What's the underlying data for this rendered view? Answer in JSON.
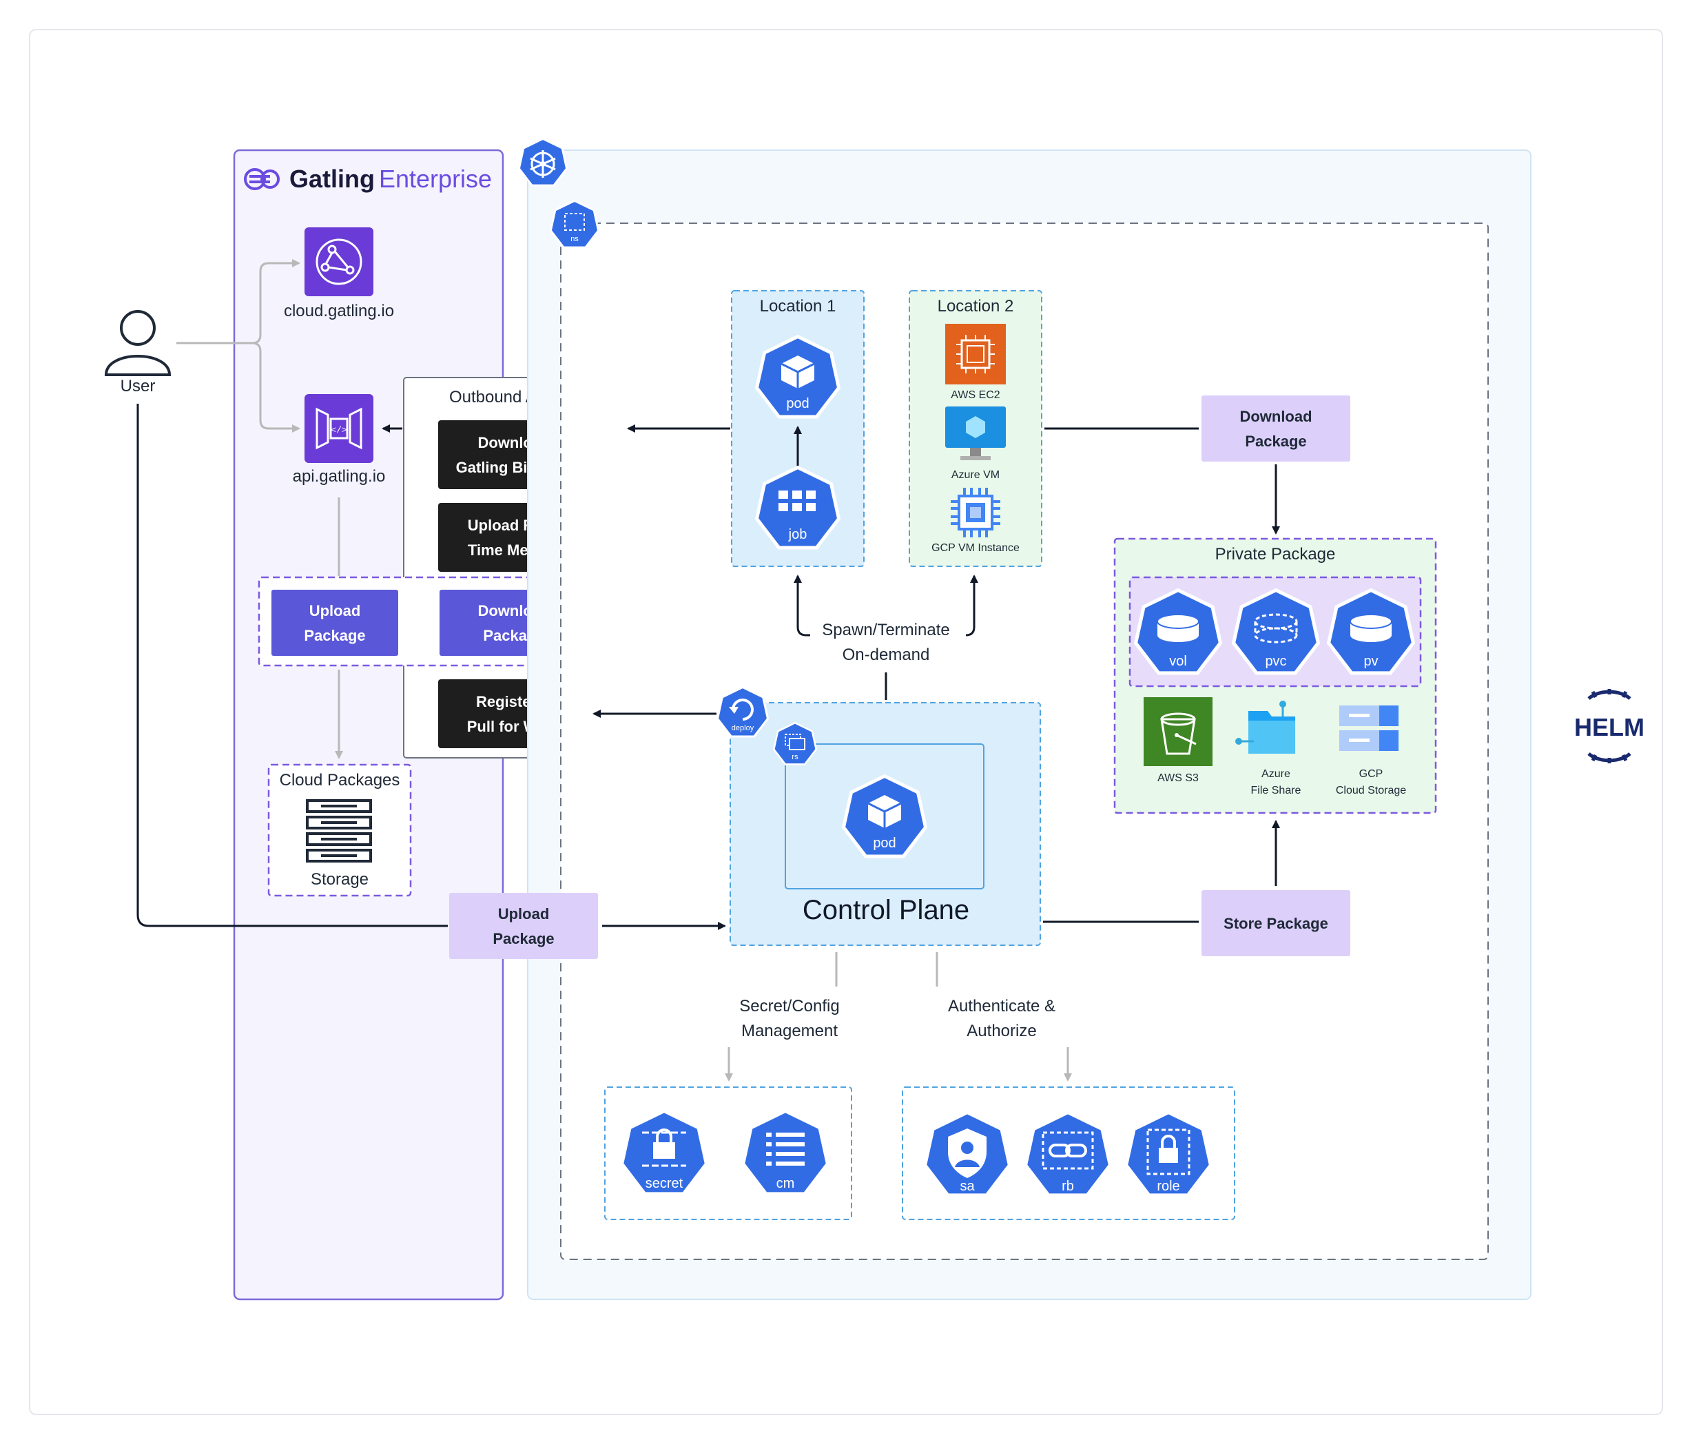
{
  "brand": {
    "name_bold": "Gatling",
    "name_light": "Enterprise"
  },
  "user": {
    "label": "User"
  },
  "cloud_endpoints": [
    {
      "label": "cloud.gatling.io"
    },
    {
      "label": "api.gatling.io"
    }
  ],
  "outbound": {
    "title": "Outbound Access",
    "items": [
      {
        "line1": "Download",
        "line2": "Gatling Binaries"
      },
      {
        "line1": "Upload Real-",
        "line2": "Time Metrics"
      },
      {
        "line1": "Register &",
        "line2": "Pull for Work"
      }
    ]
  },
  "package_ops": {
    "upload": {
      "line1": "Upload",
      "line2": "Package"
    },
    "download": {
      "line1": "Download",
      "line2": "Package"
    }
  },
  "cloud_packages": {
    "title": "Cloud Packages",
    "storage_label": "Storage"
  },
  "k8s": {
    "ns_label": "ns",
    "deploy_label": "deploy",
    "rs_label": "rs"
  },
  "location1": {
    "title": "Location 1",
    "pod": "pod",
    "job": "job"
  },
  "location2": {
    "title": "Location 2",
    "items": [
      {
        "label": "AWS EC2"
      },
      {
        "label": "Azure VM"
      },
      {
        "label": "GCP VM Instance"
      }
    ]
  },
  "spawn": {
    "line1": "Spawn/Terminate",
    "line2": "On-demand"
  },
  "control_plane": {
    "title": "Control Plane",
    "pod": "pod"
  },
  "download_package_right": {
    "line1": "Download",
    "line2": "Package"
  },
  "store_package": {
    "label": "Store Package"
  },
  "upload_package_bottom": {
    "line1": "Upload",
    "line2": "Package"
  },
  "private_package": {
    "title": "Private Package",
    "volumes": [
      "vol",
      "pvc",
      "pv"
    ],
    "storages": [
      {
        "line1": "AWS S3",
        "line2": ""
      },
      {
        "line1": "Azure",
        "line2": "File Share"
      },
      {
        "line1": "GCP",
        "line2": "Cloud Storage"
      }
    ]
  },
  "secret_config": {
    "line1": "Secret/Config",
    "line2": "Management",
    "items": [
      "secret",
      "cm"
    ]
  },
  "auth": {
    "line1": "Authenticate &",
    "line2": "Authorize",
    "items": [
      "sa",
      "rb",
      "role"
    ]
  },
  "helm": {
    "label": "HELM"
  },
  "colors": {
    "k8s_blue": "#326ce5",
    "purple": "#6a4ce0",
    "lavender": "#dcd0fb",
    "dark": "#1e1e1e",
    "light_blue": "#dbeefc",
    "light_green": "#e8f8ea",
    "navy": "#1a2a6e"
  }
}
